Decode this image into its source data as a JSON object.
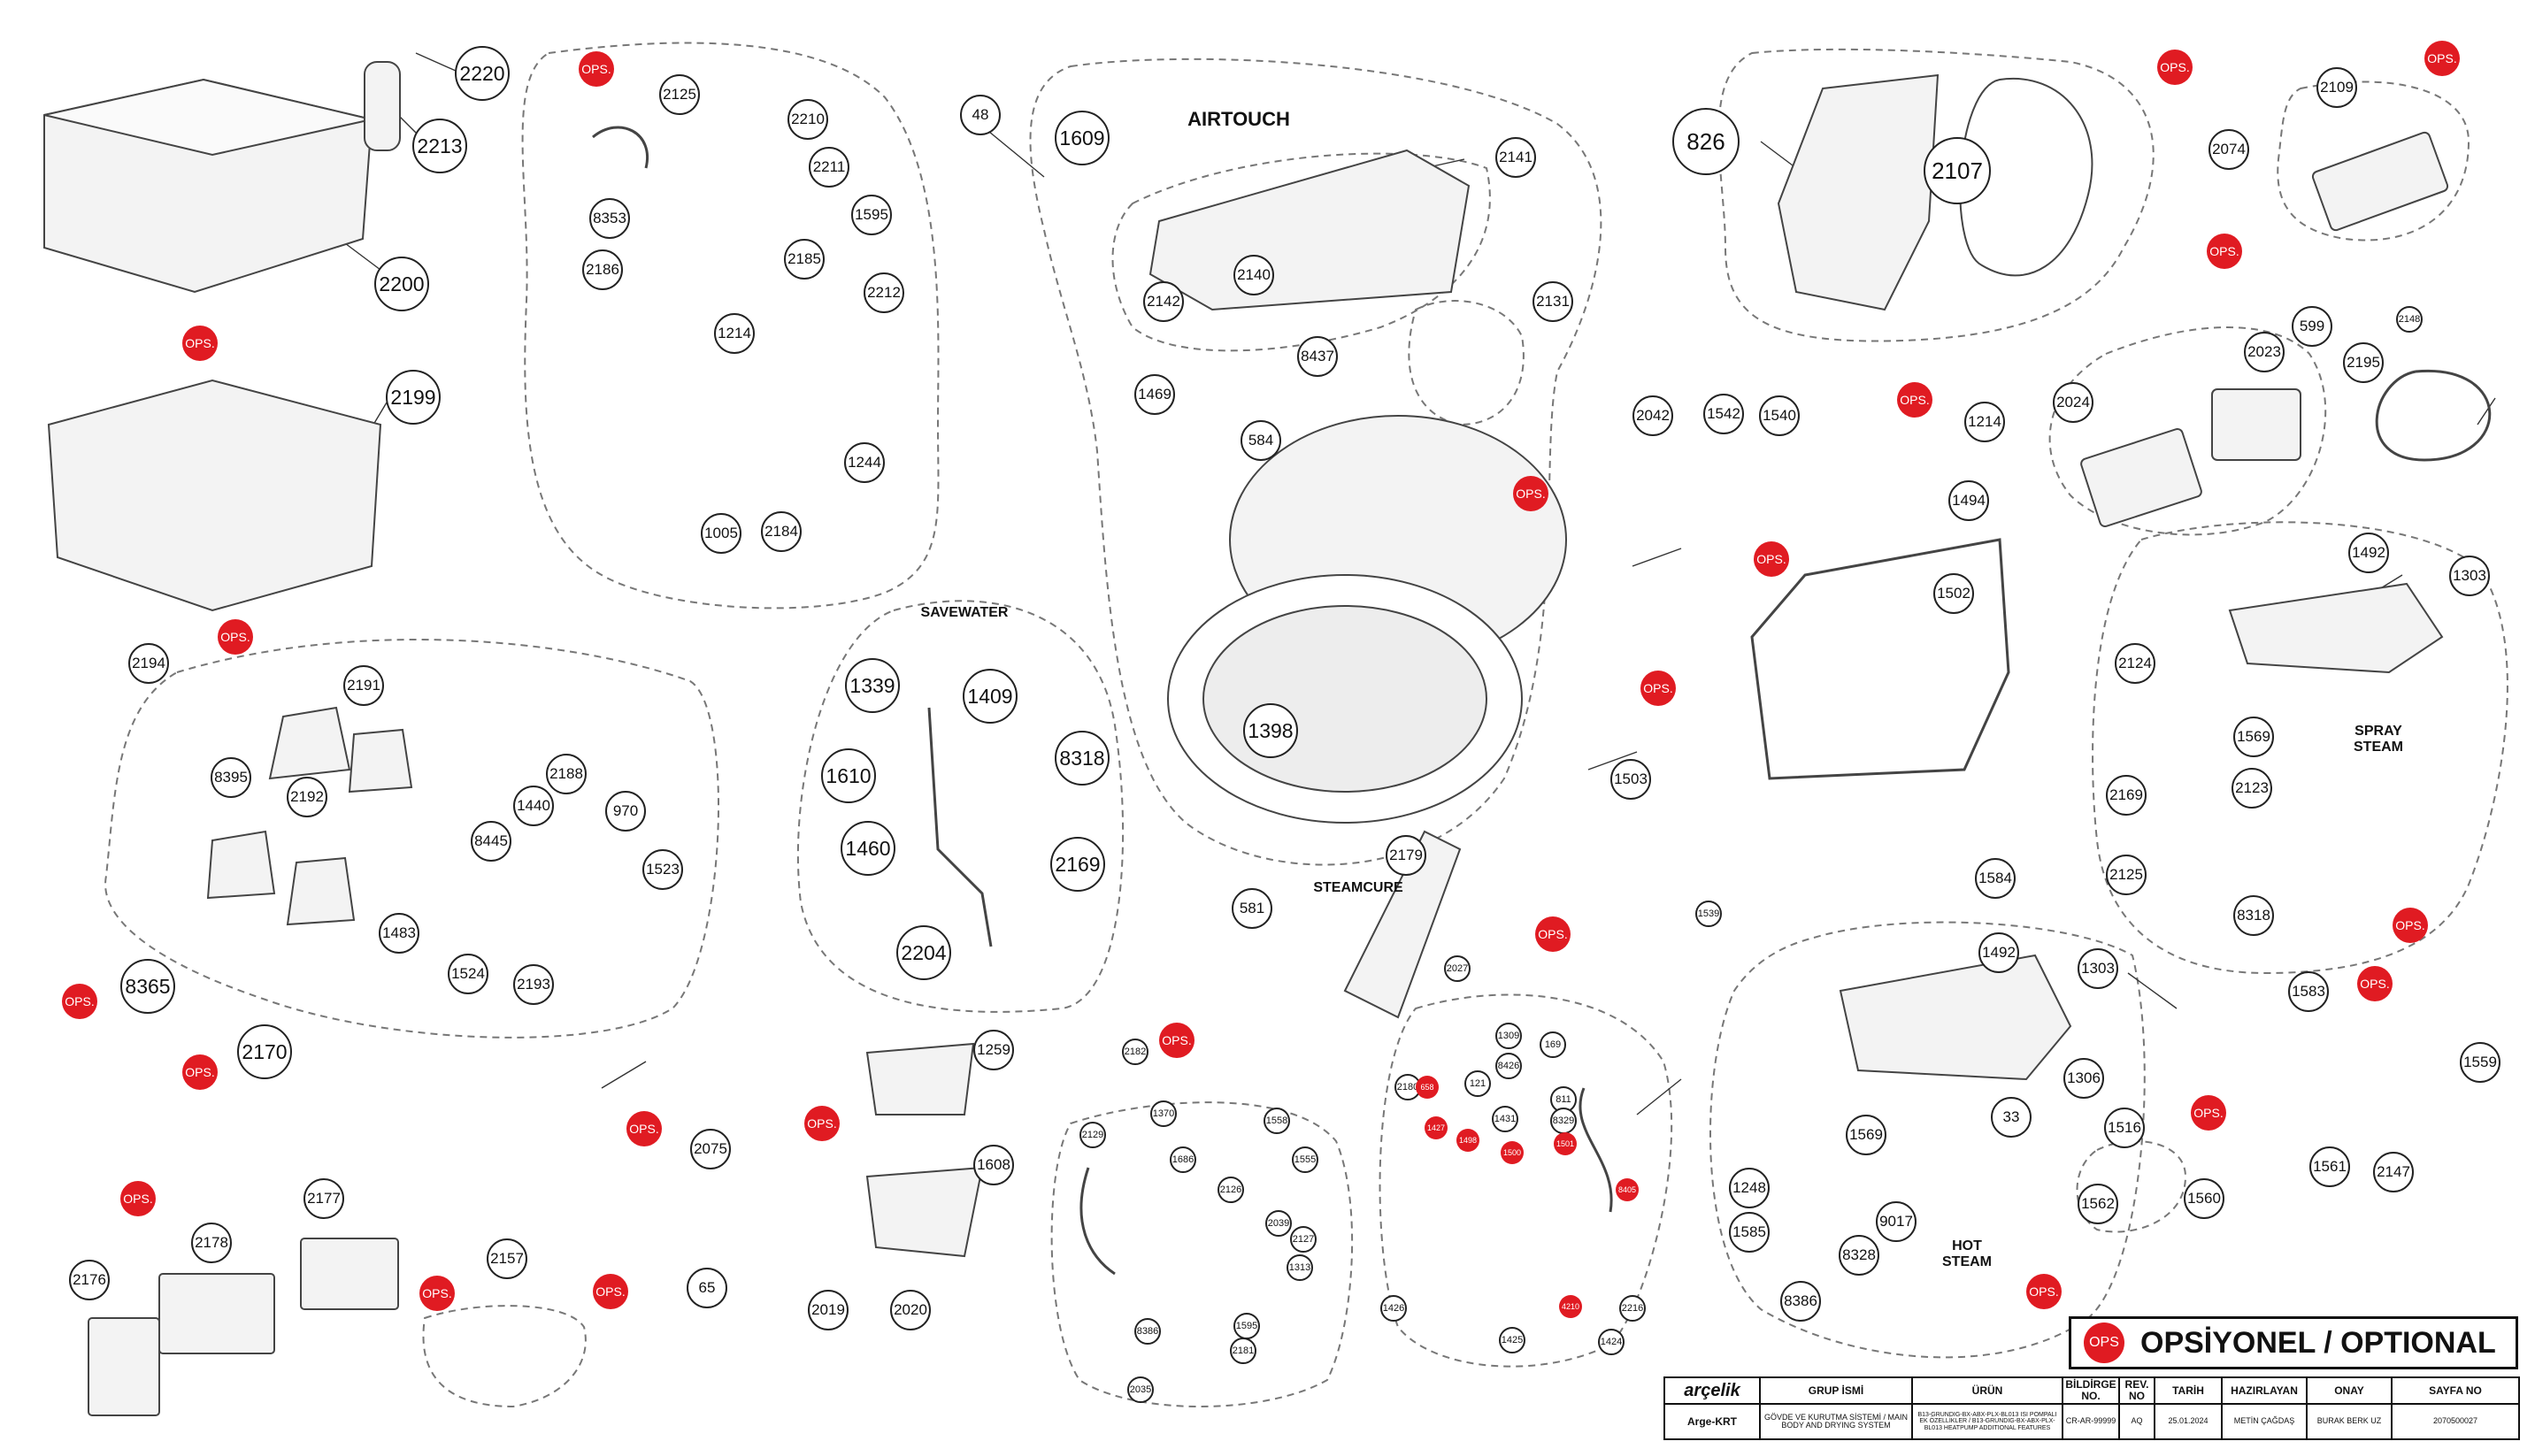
{
  "sections": {
    "airtouch": "AIRTOUCH",
    "savewater": "SAVEWATER",
    "steamcure": "STEAMCURE",
    "spray_steam": "SPRAY\nSTEAM",
    "hot_steam": "HOT\nSTEAM"
  },
  "ops_label": "OPS.",
  "legend": {
    "badge": "OPS",
    "text": "OPSİYONEL / OPTIONAL"
  },
  "title_block": {
    "logo": "arçelik",
    "logo_sub": "Arge-KRT",
    "h_group": "GRUP İSMİ",
    "group": "GÖVDE VE KURUTMA SİSTEMİ / MAIN BODY AND DRYING SYSTEM",
    "h_product": "ÜRÜN",
    "product": "B13-GRUNDIG-BX-ABX-PLX-BL013 ISI POMPALI EK ÖZELLİKLER / B13-GRUNDIG-BX-ABX-PLX-BL013 HEATPUMP ADDITIONAL FEATURES",
    "h_bildirge": "BİLDİRGE NO.",
    "bildirge": "CR-AR-99999",
    "h_rev": "REV. NO",
    "rev": "AQ",
    "h_date": "TARİH",
    "date": "25.01.2024",
    "h_prepared": "HAZIRLAYAN",
    "prepared": "METİN ÇAĞDAŞ",
    "h_approve": "ONAY",
    "approve": "BURAK BERK UZ",
    "h_page": "SAYFA NO",
    "page": "2070500027"
  },
  "labels": [
    "2220",
    "2213",
    "2200",
    "2199",
    "2194",
    "2191",
    "8395",
    "2188",
    "2192",
    "1440",
    "970",
    "8445",
    "1523",
    "1483",
    "1524",
    "2193",
    "8365",
    "2170",
    "2125",
    "2210",
    "2211",
    "1595",
    "8353",
    "2186",
    "2185",
    "2212",
    "1214",
    "1244",
    "1005",
    "2184",
    "48",
    "1609",
    "2141",
    "2142",
    "2140",
    "2131",
    "8437",
    "1469",
    "584",
    "1398",
    "1339",
    "1409",
    "1610",
    "8318",
    "1460",
    "2169",
    "2204",
    "826",
    "2107",
    "2109",
    "2074",
    "599",
    "2195",
    "2023",
    "2024",
    "2148",
    "2042",
    "1542",
    "1540",
    "1214",
    "1494",
    "1502",
    "1503",
    "1492",
    "1303",
    "2124",
    "1569",
    "2169",
    "2123",
    "2125",
    "8318",
    "2179",
    "581",
    "2027",
    "1539",
    "1584",
    "1492",
    "1303",
    "1306",
    "1569",
    "33",
    "1248",
    "1585",
    "9017",
    "8328",
    "8386",
    "1583",
    "1559",
    "1516",
    "1561",
    "1562",
    "1560",
    "2147",
    "2075",
    "2176",
    "2178",
    "2177",
    "2157",
    "65",
    "1259",
    "1608",
    "2019",
    "2020",
    "2182",
    "2129",
    "1370",
    "1558",
    "1555",
    "1686",
    "2126",
    "2039",
    "2127",
    "1313",
    "8386",
    "1595",
    "2035",
    "2181",
    "2180",
    "121",
    "1309",
    "8426",
    "169",
    "811",
    "8329",
    "1431",
    "1426",
    "1425",
    "2216",
    "1424",
    "658",
    "1427",
    "1498",
    "1500",
    "1501",
    "8405",
    "4210"
  ]
}
